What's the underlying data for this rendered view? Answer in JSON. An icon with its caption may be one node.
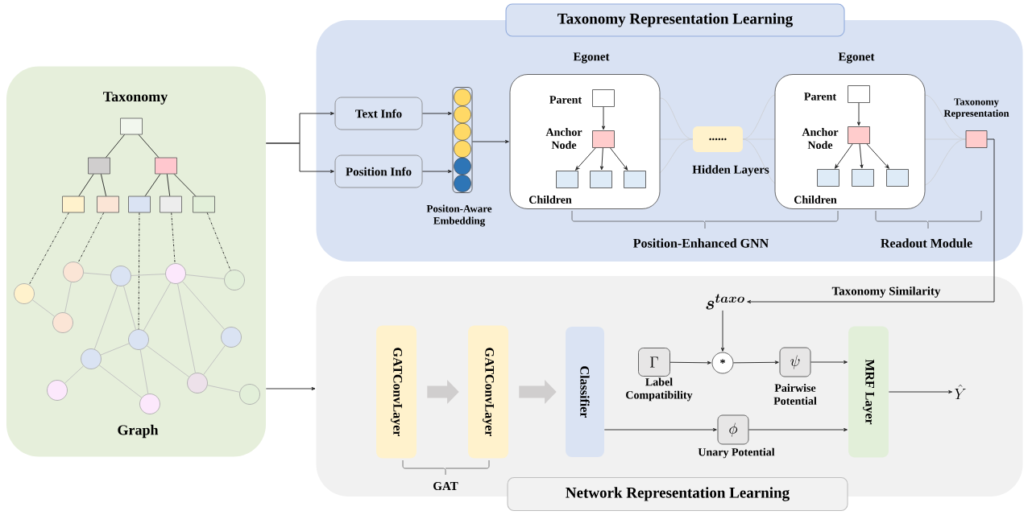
{
  "diagram": {
    "nodes": [
      {
        "text": [
          "Taxonomy",
          "Graph"
        ]
      },
      {
        "text": [],
        "shape": "box",
        "in": 0
      },
      {
        "text": [],
        "shape": "box",
        "in": 0
      },
      {
        "text": [],
        "shape": "box",
        "in": 0
      },
      {
        "text": [],
        "shape": "box",
        "in": 0
      },
      {
        "text": [],
        "shape": "box",
        "in": 0
      },
      {
        "text": [],
        "shape": "box",
        "in": 0
      },
      {
        "text": [],
        "shape": "box",
        "in": 0
      },
      {
        "text": [],
        "shape": "box",
        "in": 0
      },
      {
        "text": [],
        "shape": "circle",
        "in": 0
      },
      {
        "text": [],
        "shape": "circle",
        "in": 0
      },
      {
        "text": [],
        "shape": "circle",
        "in": 0
      },
      {
        "text": [],
        "shape": "circle",
        "in": 0
      },
      {
        "text": [],
        "shape": "circle",
        "in": 0
      },
      {
        "text": [],
        "shape": "circle",
        "in": 0
      },
      {
        "text": [],
        "shape": "circle",
        "in": 0
      },
      {
        "text": [],
        "shape": "circle",
        "in": 0
      },
      {
        "text": [],
        "shape": "circle",
        "in": 0
      },
      {
        "text": [],
        "shape": "circle",
        "in": 0
      },
      {
        "text": [],
        "shape": "circle",
        "in": 0
      },
      {
        "text": [],
        "shape": "circle",
        "in": 0
      },
      {
        "text": [],
        "shape": "circle",
        "in": 0
      },
      {
        "text": [
          "Taxonomy Representation Learning"
        ]
      },
      {
        "text": [
          "Text Info"
        ],
        "in": 22
      },
      {
        "text": [
          "Position Info"
        ],
        "in": 22
      },
      {
        "text": [],
        "shape": "bar",
        "in": 22,
        "beside": [
          "Positon-Aware Embedding"
        ]
      },
      {
        "text": [
          "Egonet",
          "Children"
        ],
        "in": 22
      },
      {
        "text": [],
        "shape": "box",
        "in": 26,
        "beside": [
          "Parent"
        ]
      },
      {
        "text": [],
        "shape": "box",
        "in": 26,
        "beside": [
          "Anchor Node"
        ]
      },
      {
        "text": [],
        "shape": "box",
        "in": 26
      },
      {
        "text": [],
        "shape": "box",
        "in": 26
      },
      {
        "text": [],
        "shape": "box",
        "in": 26
      },
      {
        "text": [
          "......"
        ],
        "in": 22,
        "beside": [
          "Hidden Layers"
        ]
      },
      {
        "text": [
          "Egonet",
          "Children"
        ],
        "in": 22
      },
      {
        "text": [],
        "shape": "box",
        "in": 33,
        "beside": [
          "Parent"
        ]
      },
      {
        "text": [],
        "shape": "box",
        "in": 33,
        "beside": [
          "Anchor Node"
        ]
      },
      {
        "text": [],
        "shape": "box",
        "in": 33
      },
      {
        "text": [],
        "shape": "box",
        "in": 33
      },
      {
        "text": [],
        "shape": "box",
        "in": 33
      },
      {
        "text": [],
        "shape": "box",
        "in": 22,
        "beside": [
          "Taxonomy Representation"
        ]
      },
      {
        "text": [
          "Network Representation Learning"
        ]
      },
      {
        "text": [
          "GATConvLayer"
        ],
        "in": 40
      },
      {
        "text": [
          "GATConvLayer"
        ],
        "in": 40
      },
      {
        "text": [
          "Classifier"
        ],
        "in": 40
      },
      {
        "text": [
          "s^{taxo}"
        ],
        "in": 40
      },
      {
        "text": [
          "\\Gamma"
        ],
        "in": 40,
        "beside": [
          "Label Compatibility"
        ]
      },
      {
        "text": [
          "*"
        ],
        "in": 40
      },
      {
        "text": [
          "\\psi"
        ],
        "in": 40,
        "beside": [
          "Pairwise Potential"
        ]
      },
      {
        "text": [
          "\\phi"
        ],
        "in": 40,
        "beside": [
          "Unary Potential"
        ]
      },
      {
        "text": [
          "MRF Layer"
        ],
        "in": 40
      },
      {
        "text": [
          "\\hat{Y}"
        ],
        "in": 40
      }
    ],
    "edges": [
      {
        "from": 1,
        "to": 2,
        "arrow": "none"
      },
      {
        "from": 1,
        "to": 3,
        "arrow": "none"
      },
      {
        "from": 2,
        "to": 4,
        "arrow": "none"
      },
      {
        "from": 2,
        "to": 5,
        "arrow": "none"
      },
      {
        "from": 3,
        "to": 6,
        "arrow": "none"
      },
      {
        "from": 3,
        "to": 7,
        "arrow": "none"
      },
      {
        "from": 3,
        "to": 8,
        "arrow": "none"
      },
      {
        "from": 4,
        "to": 9,
        "arrow": "none",
        "style": "dashed"
      },
      {
        "from": 5,
        "to": 10,
        "arrow": "none",
        "style": "dashed"
      },
      {
        "from": 6,
        "to": 15,
        "arrow": "none",
        "style": "dashed"
      },
      {
        "from": 7,
        "to": 13,
        "arrow": "none",
        "style": "dashed"
      },
      {
        "from": 8,
        "to": 14,
        "arrow": "none",
        "style": "dashed"
      },
      {
        "from": 9,
        "to": 11,
        "arrow": "none",
        "color": "#bfbfbf"
      },
      {
        "from": 10,
        "to": 11,
        "arrow": "none",
        "color": "#bfbfbf"
      },
      {
        "from": 10,
        "to": 12,
        "arrow": "none",
        "color": "#bfbfbf"
      },
      {
        "from": 12,
        "to": 13,
        "arrow": "none",
        "color": "#bfbfbf"
      },
      {
        "from": 13,
        "to": 14,
        "arrow": "none",
        "color": "#bfbfbf"
      },
      {
        "from": 12,
        "to": 17,
        "arrow": "none",
        "color": "#bfbfbf"
      },
      {
        "from": 12,
        "to": 15,
        "arrow": "none",
        "color": "#bfbfbf"
      },
      {
        "from": 13,
        "to": 15,
        "arrow": "none",
        "color": "#bfbfbf"
      },
      {
        "from": 13,
        "to": 20,
        "arrow": "none",
        "color": "#bfbfbf"
      },
      {
        "from": 13,
        "to": 16,
        "arrow": "none",
        "color": "#bfbfbf"
      },
      {
        "from": 16,
        "to": 20,
        "arrow": "none",
        "color": "#bfbfbf"
      },
      {
        "from": 15,
        "to": 17,
        "arrow": "none",
        "color": "#bfbfbf"
      },
      {
        "from": 15,
        "to": 19,
        "arrow": "none",
        "color": "#bfbfbf"
      },
      {
        "from": 15,
        "to": 20,
        "arrow": "none",
        "color": "#bfbfbf"
      },
      {
        "from": 17,
        "to": 18,
        "arrow": "none",
        "color": "#bfbfbf"
      },
      {
        "from": 17,
        "to": 19,
        "arrow": "none",
        "color": "#bfbfbf"
      },
      {
        "from": 20,
        "to": 21,
        "arrow": "none",
        "color": "#bfbfbf"
      },
      {
        "from": 0,
        "to": 23,
        "arrow": "to"
      },
      {
        "from": 0,
        "to": 24,
        "arrow": "to"
      },
      {
        "from": 23,
        "to": 25,
        "arrow": "to"
      },
      {
        "from": 24,
        "to": 25,
        "arrow": "to"
      },
      {
        "from": 25,
        "to": 26,
        "arrow": "to"
      },
      {
        "from": 27,
        "to": 28,
        "arrow": "to"
      },
      {
        "from": 28,
        "to": 29,
        "arrow": "to"
      },
      {
        "from": 28,
        "to": 30,
        "arrow": "to"
      },
      {
        "from": 28,
        "to": 31,
        "arrow": "to"
      },
      {
        "from": 34,
        "to": 35,
        "arrow": "to"
      },
      {
        "from": 35,
        "to": 36,
        "arrow": "to"
      },
      {
        "from": 35,
        "to": 37,
        "arrow": "to"
      },
      {
        "from": 35,
        "to": 38,
        "arrow": "to"
      },
      {
        "from": 39,
        "to": 44,
        "arrow": "to",
        "label": "Taxonomy Similarity"
      },
      {
        "from": 0,
        "to": 40,
        "arrow": "to"
      },
      {
        "from": 41,
        "to": 42,
        "arrow": "to",
        "style": "thick",
        "color": "#d0cece"
      },
      {
        "from": 42,
        "to": 43,
        "arrow": "to",
        "style": "thick",
        "color": "#d0cece"
      },
      {
        "from": 45,
        "to": 46,
        "arrow": "to"
      },
      {
        "from": 44,
        "to": 46,
        "arrow": "to"
      },
      {
        "from": 46,
        "to": 47,
        "arrow": "to"
      },
      {
        "from": 47,
        "to": 49,
        "arrow": "to"
      },
      {
        "from": 43,
        "to": 48,
        "arrow": "to"
      },
      {
        "from": 48,
        "to": 49,
        "arrow": "to"
      },
      {
        "from": 49,
        "to": 50,
        "arrow": "to"
      }
    ],
    "labels": [
      "Position-Enhanced GNN",
      "Readout Module",
      "GAT"
    ]
  }
}
